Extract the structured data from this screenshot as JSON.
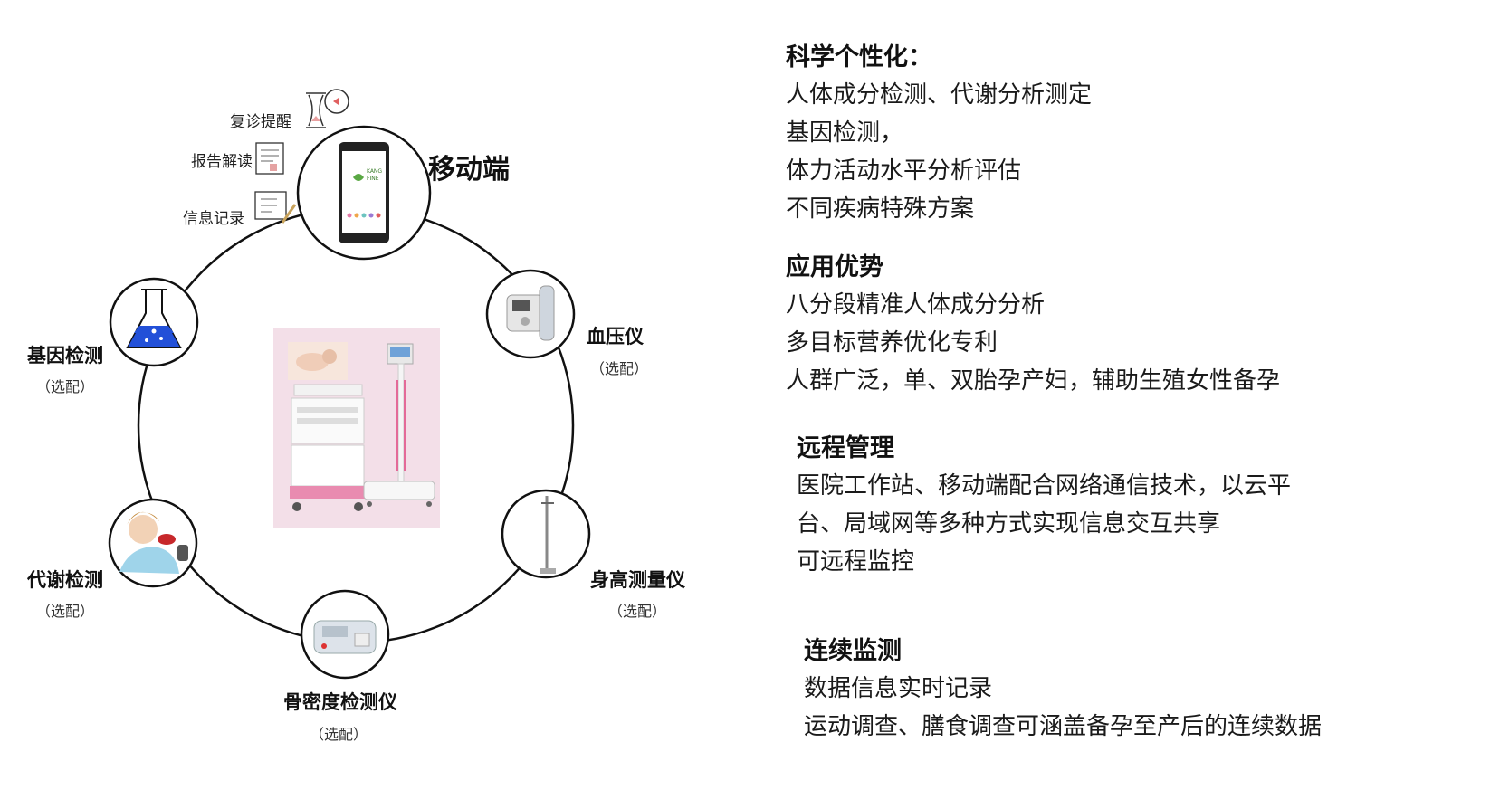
{
  "diagram": {
    "nodes": {
      "mobile": {
        "label": "移动端",
        "app_lines": [
          "KANG",
          "FINE"
        ]
      },
      "blood_pressure": {
        "label": "血压仪",
        "option": "（选配）"
      },
      "height": {
        "label": "身高测量仪",
        "option": "（选配）"
      },
      "bone": {
        "label": "骨密度检测仪",
        "option": "（选配）"
      },
      "metabolism": {
        "label": "代谢检测",
        "option": "（选配）"
      },
      "gene": {
        "label": "基因检测",
        "option": "（选配）"
      }
    },
    "mobile_features": [
      "复诊提醒",
      "报告解读",
      "信息记录"
    ]
  },
  "sections": [
    {
      "title": "科学个性化：",
      "lines": [
        "人体成分检测、代谢分析测定",
        "基因检测，",
        "体力活动水平分析评估",
        "不同疾病特殊方案"
      ]
    },
    {
      "title": "应用优势",
      "lines": [
        "八分段精准人体成分分析",
        "多目标营养优化专利",
        "人群广泛，单、双胎孕产妇，辅助生殖女性备孕"
      ]
    },
    {
      "title": "远程管理",
      "lines": [
        "医院工作站、移动端配合网络通信技术，以云平",
        "台、局域网等多种方式实现信息交互共享",
        "可远程监控"
      ]
    },
    {
      "title": "连续监测",
      "lines": [
        "数据信息实时记录",
        "运动调查、膳食调查可涵盖备孕至产后的连续数据"
      ]
    }
  ]
}
